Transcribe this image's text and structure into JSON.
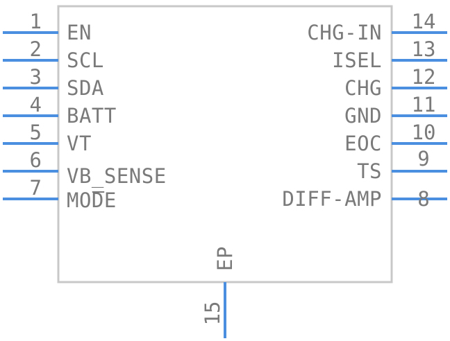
{
  "colors": {
    "pin": "#4a8fe0",
    "text": "#7a7a7a",
    "body_outline": "#c8c8c8",
    "background": "#ffffff"
  },
  "pins": {
    "left": [
      {
        "number": "1",
        "name": "EN"
      },
      {
        "number": "2",
        "name": "SCL"
      },
      {
        "number": "3",
        "name": "SDA"
      },
      {
        "number": "4",
        "name": "BATT"
      },
      {
        "number": "5",
        "name": "VT"
      },
      {
        "number": "6",
        "name": "VB_SENSE"
      },
      {
        "number": "7",
        "name": "MODE"
      }
    ],
    "right": [
      {
        "number": "14",
        "name": "CHG-IN"
      },
      {
        "number": "13",
        "name": "ISEL"
      },
      {
        "number": "12",
        "name": "CHG"
      },
      {
        "number": "11",
        "name": "GND"
      },
      {
        "number": "10",
        "name": "EOC"
      },
      {
        "number": "9",
        "name": "TS"
      },
      {
        "number": "8",
        "name": "DIFF-AMP"
      }
    ],
    "bottom": [
      {
        "number": "15",
        "name": "EP"
      }
    ]
  }
}
